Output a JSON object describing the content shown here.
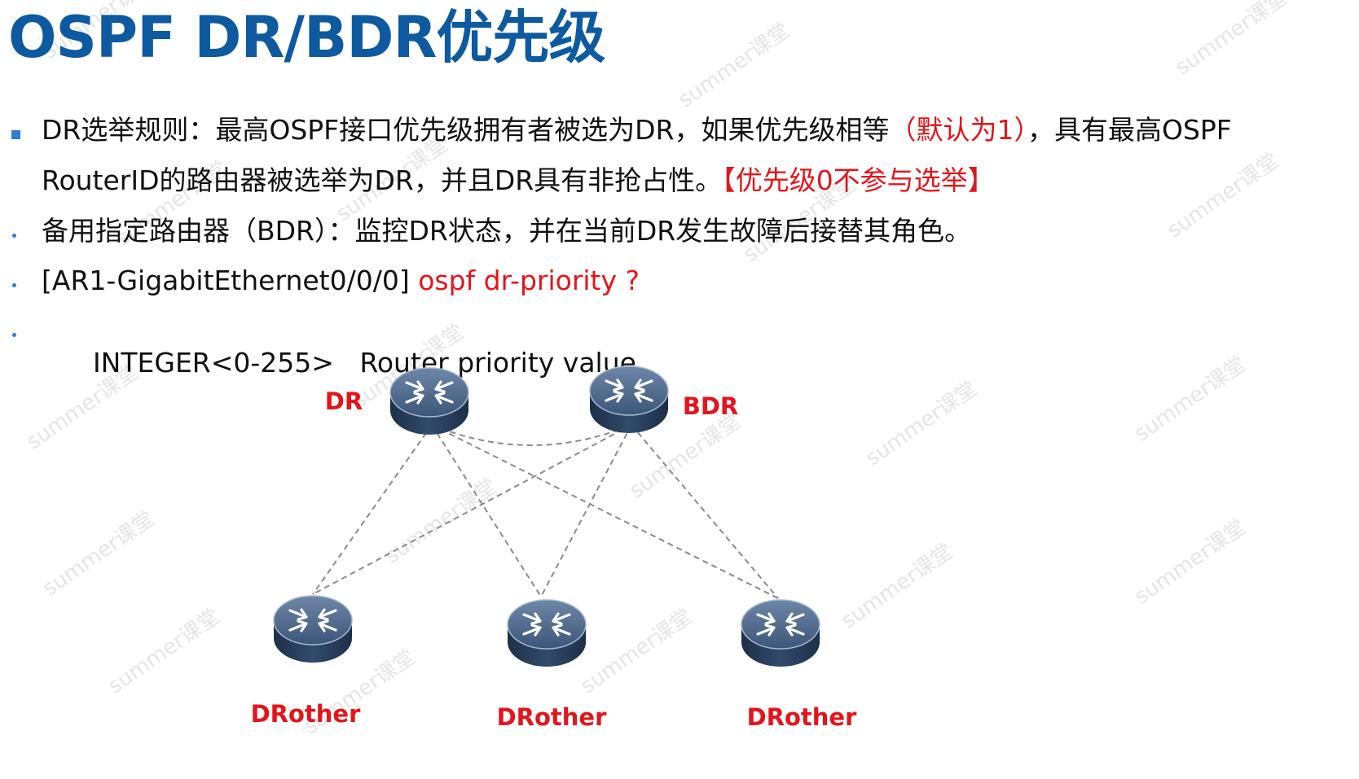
{
  "title": "OSPF DR/BDR优先级",
  "bullets": [
    {
      "marker": "square",
      "line1": [
        {
          "text": "DR选举规则：最高OSPF接口优先级拥有者被选为DR，如果优先级相等",
          "red": false
        },
        {
          "text": "（默认为1）",
          "red": true
        },
        {
          "text": "，具有最高OSPF",
          "red": false
        }
      ],
      "line2": [
        {
          "text": "RouterID的路由器被选举为DR，并且DR具有非抢占性。",
          "red": false
        },
        {
          "text": "【优先级0不参与选举】",
          "red": true
        }
      ]
    },
    {
      "marker": "dot",
      "line1": [
        {
          "text": "备用指定路由器（BDR）：监控DR状态，并在当前DR发生故障后接替其角色。",
          "red": false
        }
      ]
    },
    {
      "marker": "dot",
      "line1": [
        {
          "text": "[AR1-GigabitEthernet0/0/0] ",
          "red": false
        },
        {
          "text": "ospf dr-priority ?",
          "red": true
        }
      ]
    },
    {
      "marker": "dot",
      "line1": [
        {
          "text": "  INTEGER<0-255>   Router priority value",
          "red": false
        }
      ]
    }
  ],
  "diagram": {
    "routers": [
      {
        "id": "dr",
        "label": "DR",
        "icon": "router-icon"
      },
      {
        "id": "bdr",
        "label": "BDR",
        "icon": "router-icon"
      },
      {
        "id": "drother1",
        "label": "DRother",
        "icon": "router-icon"
      },
      {
        "id": "drother2",
        "label": "DRother",
        "icon": "router-icon"
      },
      {
        "id": "drother3",
        "label": "DRother",
        "icon": "router-icon"
      }
    ],
    "links": [
      [
        "dr",
        "bdr"
      ],
      [
        "dr",
        "drother1"
      ],
      [
        "dr",
        "drother2"
      ],
      [
        "dr",
        "drother3"
      ],
      [
        "bdr",
        "drother1"
      ],
      [
        "bdr",
        "drother2"
      ],
      [
        "bdr",
        "drother3"
      ]
    ],
    "label_color": "#e3151b",
    "link_style": "dashed"
  },
  "watermark": "summer课堂",
  "colors": {
    "title": "#0d5aa0",
    "accent_red": "#e3151b",
    "bullet": "#2a7fd0",
    "router_body": "#3c5679"
  }
}
